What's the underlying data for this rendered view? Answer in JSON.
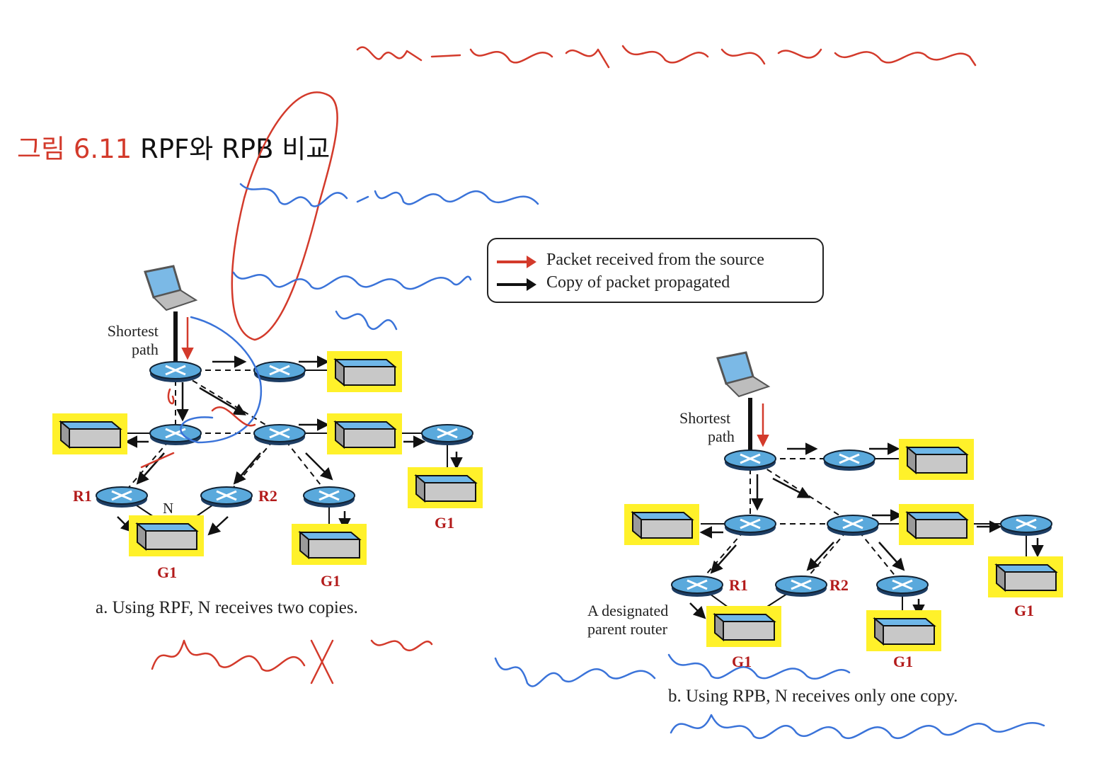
{
  "figure": {
    "title_number": "그림 6.11",
    "title_text": "RPF와 RPB 비교"
  },
  "legend": {
    "received": "Packet received from the source",
    "propagated": "Copy of packet propagated",
    "received_color": "#d33a2b",
    "propagated_color": "#111111"
  },
  "diagram_a": {
    "source_label": "Shortest\npath",
    "r1": "R1",
    "r2": "R2",
    "n": "N",
    "g1": "G1",
    "caption": "a. Using RPF, N receives two copies."
  },
  "diagram_b": {
    "source_label": "Shortest\npath",
    "r1": "R1",
    "r2": "R2",
    "designated": "A designated\nparent router",
    "g1": "G1",
    "caption": "b. Using  RPB, N receives only one copy."
  },
  "colors": {
    "router_fill": "#5aa9dc",
    "lan_fill": "#c8c8c8",
    "lan_top": "#6fb7e8",
    "highlight": "#fff12a",
    "red": "#d33a2b",
    "blue": "#3a73d9"
  }
}
